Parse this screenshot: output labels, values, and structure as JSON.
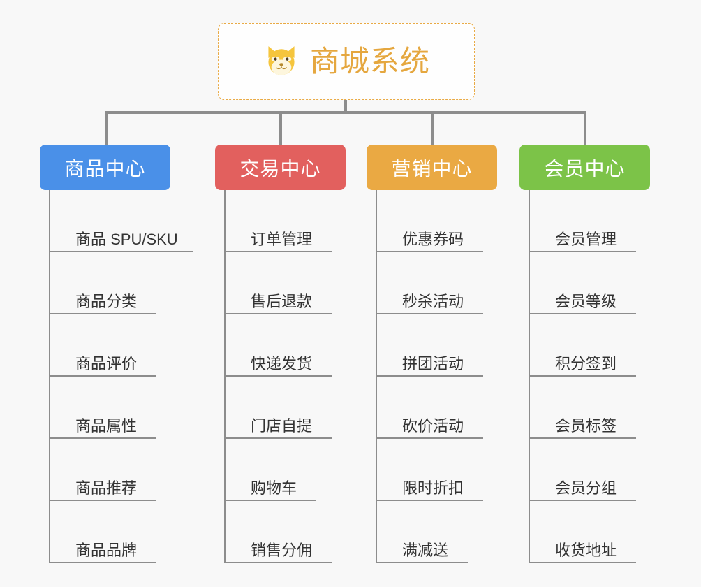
{
  "page": {
    "background_color": "#f8f8f8",
    "connector_color": "#8d8d8d",
    "leaf_text_color": "#333333"
  },
  "root": {
    "title": "商城系统",
    "icon": "dog-face-emoji",
    "border_color": "#e9aa44",
    "text_color": "#e5a73f",
    "fill_color": "#fefefe"
  },
  "branches": [
    {
      "label": "商品中心",
      "color": "#4a90e8",
      "items": [
        {
          "label": "商品 SPU/SKU",
          "underline_width": 205
        },
        {
          "label": "商品分类",
          "underline_width": 152
        },
        {
          "label": "商品评价",
          "underline_width": 152
        },
        {
          "label": "商品属性",
          "underline_width": 152
        },
        {
          "label": "商品推荐",
          "underline_width": 152
        },
        {
          "label": "商品品牌",
          "underline_width": 152
        }
      ]
    },
    {
      "label": "交易中心",
      "color": "#e2605e",
      "items": [
        {
          "label": "订单管理",
          "underline_width": 152
        },
        {
          "label": "售后退款",
          "underline_width": 152
        },
        {
          "label": "快递发货",
          "underline_width": 152
        },
        {
          "label": "门店自提",
          "underline_width": 152
        },
        {
          "label": "购物车",
          "underline_width": 130
        },
        {
          "label": "销售分佣",
          "underline_width": 152
        }
      ]
    },
    {
      "label": "营销中心",
      "color": "#eaa943",
      "items": [
        {
          "label": "优惠券码",
          "underline_width": 152
        },
        {
          "label": "秒杀活动",
          "underline_width": 152
        },
        {
          "label": "拼团活动",
          "underline_width": 152
        },
        {
          "label": "砍价活动",
          "underline_width": 152
        },
        {
          "label": "限时折扣",
          "underline_width": 152
        },
        {
          "label": "满减送",
          "underline_width": 130
        }
      ]
    },
    {
      "label": "会员中心",
      "color": "#7cc348",
      "items": [
        {
          "label": "会员管理",
          "underline_width": 152
        },
        {
          "label": "会员等级",
          "underline_width": 152
        },
        {
          "label": "积分签到",
          "underline_width": 152
        },
        {
          "label": "会员标签",
          "underline_width": 152
        },
        {
          "label": "会员分组",
          "underline_width": 152
        },
        {
          "label": "收货地址",
          "underline_width": 152
        }
      ]
    }
  ]
}
